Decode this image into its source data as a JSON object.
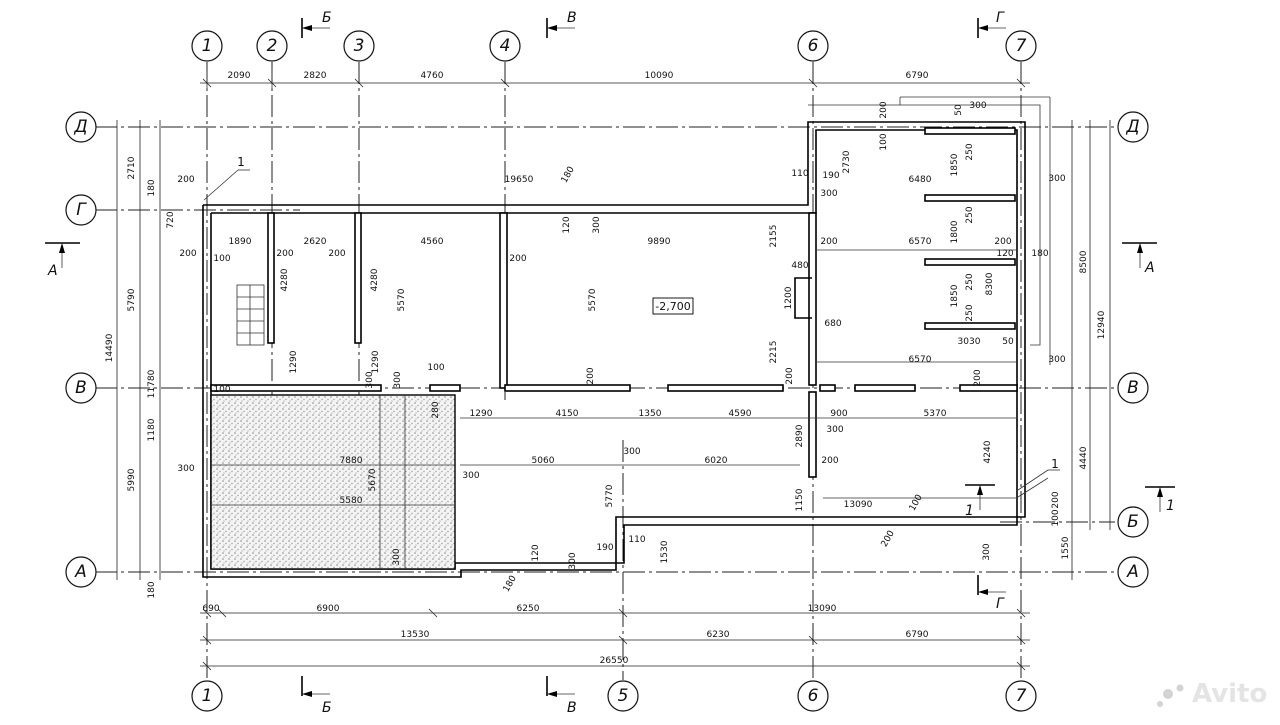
{
  "grid_axes_columns": [
    "1",
    "2",
    "3",
    "4",
    "6",
    "7",
    "5"
  ],
  "grid_axes_rows": [
    "Д",
    "Г",
    "В",
    "Б",
    "А"
  ],
  "section_marks": {
    "b": "Б",
    "v": "В",
    "g": "Г",
    "a": "А",
    "one": "1"
  },
  "level_mark": "-2,700",
  "callout_one": "1",
  "dims_top": [
    "2090",
    "2820",
    "4760",
    "10090",
    "6790"
  ],
  "dims_bottom_row1": [
    "690",
    "6900",
    "6250",
    "13090"
  ],
  "dims_bottom_row2": [
    "13530",
    "6230",
    "6790"
  ],
  "dims_bottom_total": "26550",
  "dims_left": [
    "2710",
    "180",
    "720",
    "5790",
    "11780",
    "14490",
    "5990",
    "180"
  ],
  "dims_right": [
    "300",
    "8500",
    "12940",
    "4440",
    "1550"
  ],
  "dims_inner": {
    "d1": "19650",
    "d2": "180",
    "d3": "200",
    "d4": "1890",
    "d5": "2620",
    "d6": "4560",
    "d7": "9890",
    "d8": "200",
    "d9": "100",
    "d10": "200",
    "d11": "200",
    "d12": "200",
    "d13": "4280",
    "d14": "4280",
    "d15": "5570",
    "d16": "5570",
    "d17": "120",
    "d18": "300",
    "d19": "2155",
    "d20": "480",
    "d21": "1200",
    "d22": "2215",
    "d23": "680",
    "d24": "200",
    "d25": "6480",
    "d26": "190",
    "d27": "300",
    "d28": "110",
    "d29": "2730",
    "d30": "200",
    "d31": "100",
    "d32": "50",
    "d33": "300",
    "d34": "1850",
    "d35": "250",
    "d36": "1800",
    "d37": "250",
    "d38": "1850",
    "d39": "250",
    "d40": "8300",
    "d41": "250",
    "d42": "3030",
    "d43": "50",
    "d44": "6570",
    "d45": "200",
    "d46": "120",
    "d47": "180",
    "d48": "6570",
    "d49": "300",
    "d50": "200",
    "d51": "1290",
    "d52": "1290",
    "d53": "1290",
    "d54": "100",
    "d55": "300",
    "d56": "280",
    "d57": "4150",
    "d58": "1350",
    "d59": "4590",
    "d60": "900",
    "d61": "5370",
    "d62": "200",
    "d63": "200",
    "d64": "300",
    "d65": "2890",
    "d66": "4240",
    "d67": "200",
    "d68": "300",
    "d69": "7880",
    "d70": "5580",
    "d71": "5670",
    "d72": "300",
    "d73": "5060",
    "d74": "300",
    "d75": "6020",
    "d76": "5770",
    "d77": "1150",
    "d78": "13090",
    "d79": "100",
    "d80": "200",
    "d81": "120",
    "d82": "300",
    "d83": "190",
    "d84": "110",
    "d85": "1530",
    "d86": "300",
    "d87": "300",
    "d88": "180",
    "d89": "300",
    "d90": "200",
    "d91": "100",
    "d92": "100",
    "d93": "1180"
  },
  "watermark": "Avito",
  "colors": {
    "line": "#000000",
    "hatch": "#9a9a9a",
    "background": "#ffffff"
  }
}
